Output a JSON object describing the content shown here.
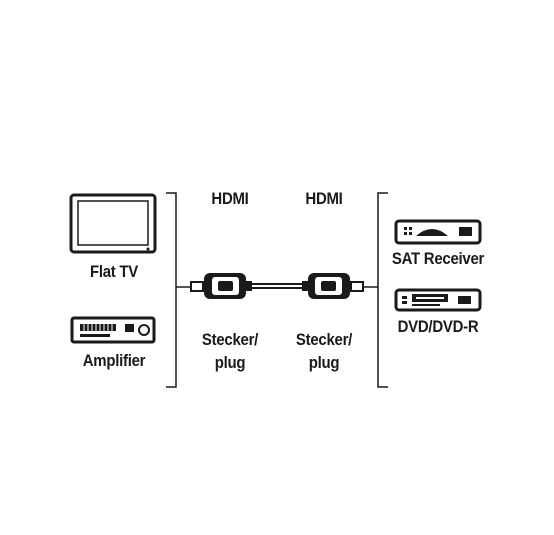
{
  "left_devices": {
    "tv_label": "Flat TV",
    "amplifier_label": "Amplifier"
  },
  "connectors": {
    "left_type": "HDMI",
    "right_type": "HDMI",
    "left_plug_line1": "Stecker/",
    "left_plug_line2": "plug",
    "right_plug_line1": "Stecker/",
    "right_plug_line2": "plug"
  },
  "right_devices": {
    "sat_label": "SAT Receiver",
    "dvd_label": "DVD/DVD-R"
  }
}
